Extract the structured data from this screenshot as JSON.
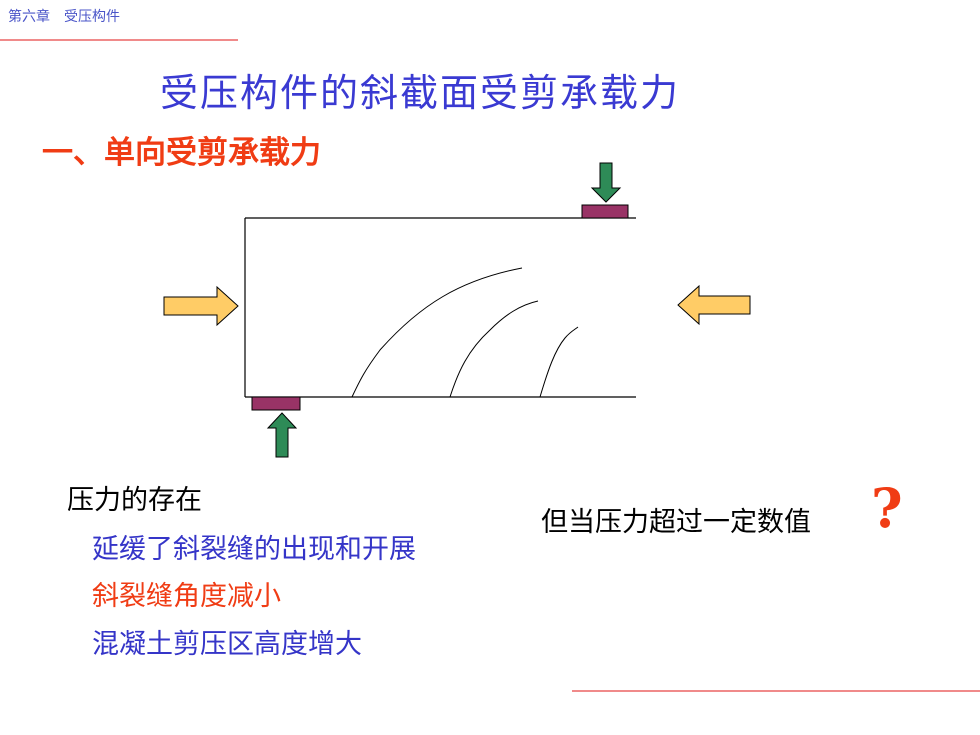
{
  "header": {
    "chapter": "第六章　受压构件"
  },
  "title": "受压构件的斜截面受剪承载力",
  "section": {
    "heading": "一、单向受剪承载力"
  },
  "diagram": {
    "colors": {
      "beam": "#000000",
      "support": "#993366",
      "support_arrow": "#2e8b57",
      "axial_arrow": "#ffcc66"
    },
    "icons": [
      "down-load-arrow",
      "up-reaction-arrow",
      "right-axial-arrow",
      "left-axial-arrow"
    ]
  },
  "notes": {
    "lead": "压力的存在",
    "effects": [
      "延缓了斜裂缝的出现和开展",
      "斜裂缝角度减小",
      "混凝土剪压区高度增大"
    ],
    "question": "但当压力超过一定数值",
    "question_mark": "?"
  },
  "colors": {
    "title": "#3a3ad2",
    "heading": "#f03c14",
    "blue_text": "#3535c8",
    "red_text": "#f03c14",
    "rule": "#f08a8a"
  }
}
